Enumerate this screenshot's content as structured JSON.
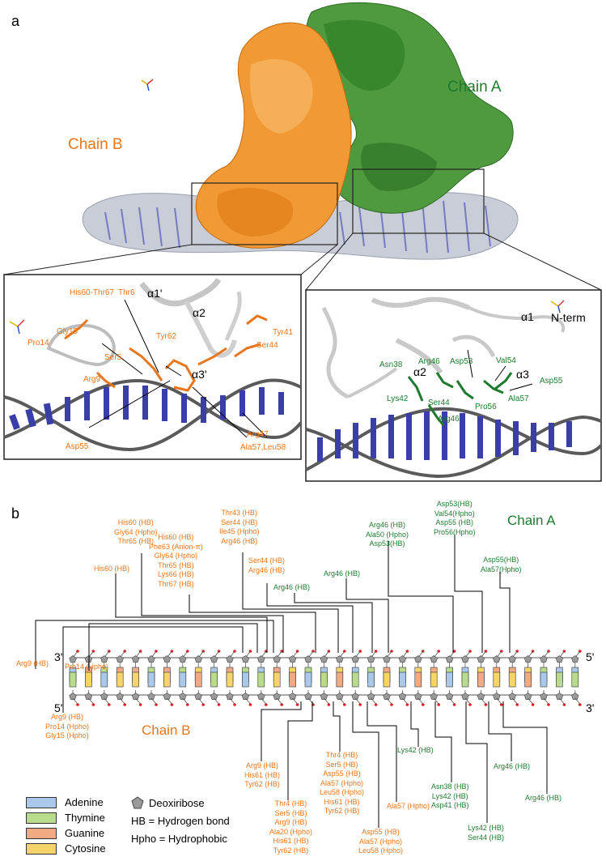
{
  "panel_a": {
    "letter": "a",
    "chain_b_title": "Chain B",
    "chain_a_title": "Chain A",
    "left_zoom": {
      "labels": {
        "his60_thr67": "His60-Thr67",
        "thr6": "Thr6",
        "alpha1p": "α1'",
        "alpha2": "α2",
        "gly15": "Gly15",
        "pro14": "Pro14",
        "tyr62": "Tyr62",
        "tyr41": "Tyr41",
        "ser5": "Ser5",
        "ser44": "Ser44",
        "arg9": "Arg9",
        "alpha3p": "α3'",
        "asp55": "Asp55",
        "arg47": "Arg47",
        "ala57_leu58": "Ala57,Leu58"
      }
    },
    "right_zoom": {
      "labels": {
        "alpha1": "α1",
        "nterm": "N-term",
        "asn38": "Asn38",
        "arg46a": "Arg46",
        "asp53": "Asp53",
        "val54": "Val54",
        "alpha2": "α2",
        "alpha3": "α3",
        "asp55": "Asp55",
        "lys42": "Lys42",
        "ser44": "Ser44",
        "pro56": "Pro56",
        "ala57": "Ala57",
        "arg46b": "Arg46"
      }
    }
  },
  "panel_b": {
    "letter": "b",
    "chain_a_title": "Chain A",
    "chain_b_title": "Chain B",
    "strand_ends": {
      "top_left": "3'",
      "top_right": "5'",
      "bottom_left": "5'",
      "bottom_right": "3'"
    },
    "top_base_sequence": [
      "A",
      "G",
      "T",
      "G",
      "G",
      "T",
      "G",
      "T",
      "C",
      "A",
      "G",
      "T",
      "A",
      "G",
      "C",
      "T",
      "A",
      "C",
      "A",
      "T",
      "G",
      "T",
      "C",
      "G",
      "T",
      "A",
      "C",
      "G",
      "G",
      "C",
      "T",
      "A",
      "A"
    ],
    "bottom_base_sequence": [
      "T",
      "C",
      "A",
      "C",
      "C",
      "A",
      "C",
      "A",
      "G",
      "T",
      "C",
      "A",
      "T",
      "C",
      "G",
      "A",
      "T",
      "G",
      "T",
      "A",
      "C",
      "A",
      "G",
      "C",
      "A",
      "T",
      "G",
      "C",
      "C",
      "G",
      "A",
      "T",
      "T"
    ],
    "annotations_top_b": [
      "His60 (HB)",
      "His60 (HB)\nGly64 (Hpho)\nThr65 (HB)",
      "His60 (HB)\nPhe63 (Anion-π)\nGly64 (Hpho)\nThr65 (HB)\nLys66 (HB)\nThr67 (HB)",
      "Thr43 (HB)\nSer44 (HB)\nIle45 (Hpho)\nArg46 (HB)",
      "Ser44 (HB)\nArg46 (HB)"
    ],
    "annotations_top_a": [
      "Arg46 (HB)",
      "Arg46 (HB)",
      "Arg46 (HB)\nAla50 (Hpho)\nAsp53(HB)",
      "Asp53(HB)\nVal54(Hpho)\nAsp55 (HB)\nPro56(Hpho)",
      "Asp55(HB)\nAla57(Hpho)"
    ],
    "annotations_left_b": [
      "Arg9 (HB)",
      "Pro14 (Hpho)",
      "Arg9 (HB)\nPro14 (Hpho)\nGly15 (Hpho)"
    ],
    "annotations_bottom_b": [
      "Arg9 (HB)\nHis61 (HB)\nTyr62 (HB)",
      "Thr4 (HB)\nSer5 (HB)\nArg9 (HB)\nAla20 (Hpho)\nHis61 (HB)\nTyr62 (HB)",
      "Thr4 (HB)\nSer5 (HB)\nAsp55 (HB)\nAla57 (Hpho)\nLeu58 (Hpho)\nHis61 (HB)\nTyr62 (HB)",
      "Asp55 (HB)\nAla57 (Hpho)\nLeu58 (Hpho)",
      "Ala57 (Hpho)"
    ],
    "annotations_bottom_a": [
      "Lys42 (HB)",
      "Asn38 (HB)\nLys42 (HB)\nAsp41 (HB)",
      "Lys42 (HB)\nSer44 (HB)",
      "Arg46 (HB)",
      "Arg46 (HB)"
    ],
    "legend": {
      "items": [
        {
          "label": "Adenine",
          "color": "#a9c8ea"
        },
        {
          "label": "Thymine",
          "color": "#b9dc8c"
        },
        {
          "label": "Guanine",
          "color": "#f2aa84"
        },
        {
          "label": "Cytosine",
          "color": "#f6d46a"
        }
      ],
      "deoxyribose": "Deoxiribose",
      "hb": "HB = Hydrogen bond",
      "hpho": "Hpho = Hydrophobic"
    }
  },
  "colors": {
    "chain_b": "#e8761c",
    "chain_a": "#1e7a2e",
    "dna_surface": "#c9cdd8",
    "dna_base": "#3a3ea8"
  }
}
